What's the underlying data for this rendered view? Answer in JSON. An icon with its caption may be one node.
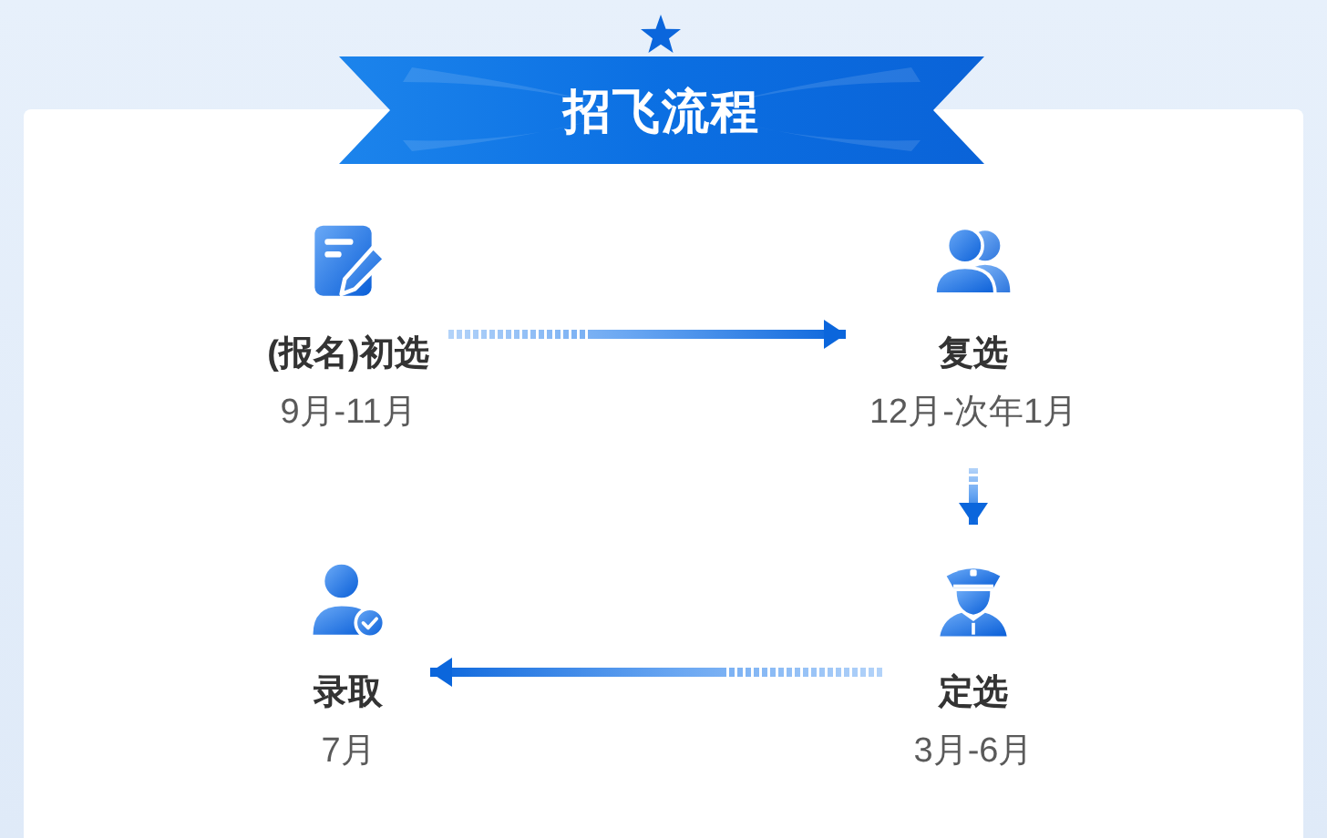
{
  "diagram": {
    "title": "招飞流程",
    "nodes": [
      {
        "text": [
          "(报名)初选",
          "9月-11月"
        ]
      },
      {
        "text": [
          "复选",
          "12月-次年1月"
        ]
      },
      {
        "text": [
          "录取",
          "7月"
        ]
      },
      {
        "text": [
          "定选",
          "3月-6月"
        ]
      }
    ],
    "edges": [
      {
        "from": 0,
        "to": 1,
        "arrow": "to"
      },
      {
        "from": 1,
        "to": 3,
        "arrow": "to"
      },
      {
        "from": 3,
        "to": 2,
        "arrow": "to"
      }
    ]
  }
}
